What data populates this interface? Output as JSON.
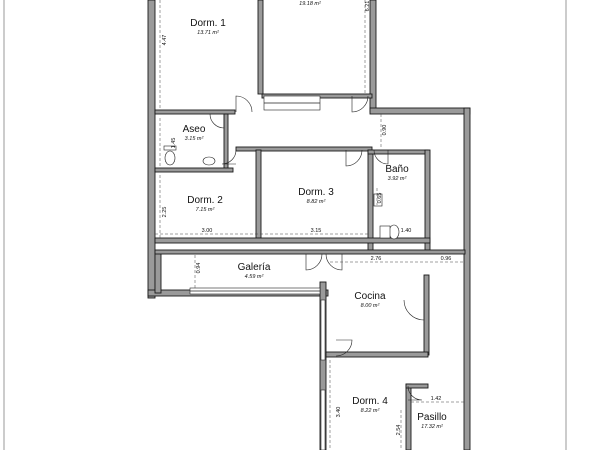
{
  "rooms": {
    "dorm1": {
      "name": "Dorm. 1",
      "area": "13.71 m²"
    },
    "top_room": {
      "area": "19.18 m²"
    },
    "aseo": {
      "name": "Aseo",
      "area": "3.15 m²"
    },
    "dorm2": {
      "name": "Dorm. 2",
      "area": "7.15 m²"
    },
    "dorm3": {
      "name": "Dorm. 3",
      "area": "8.82 m²"
    },
    "bano": {
      "name": "Baño",
      "area": "3.92 m²"
    },
    "galeria": {
      "name": "Galería",
      "area": "4.59 m²"
    },
    "cocina": {
      "name": "Cocina",
      "area": "8.00 m²"
    },
    "dorm4": {
      "name": "Dorm. 4",
      "area": "8.22 m²"
    },
    "pasillo": {
      "name": "Pasillo",
      "area": "17.32 m²"
    }
  },
  "dimensions": {
    "d_447": "4.47",
    "d_621": "6.21",
    "d_145": "1.45",
    "d_090": "0.90",
    "d_225": "2.25",
    "d_300": "3.00",
    "d_315": "3.15",
    "d_065": "0.65",
    "d_140": "1.40",
    "d_094": "0.94",
    "d_276": "2.76",
    "d_096": "0.96",
    "d_340": "3.40",
    "d_254": "2.54",
    "d_142": "1.42"
  }
}
